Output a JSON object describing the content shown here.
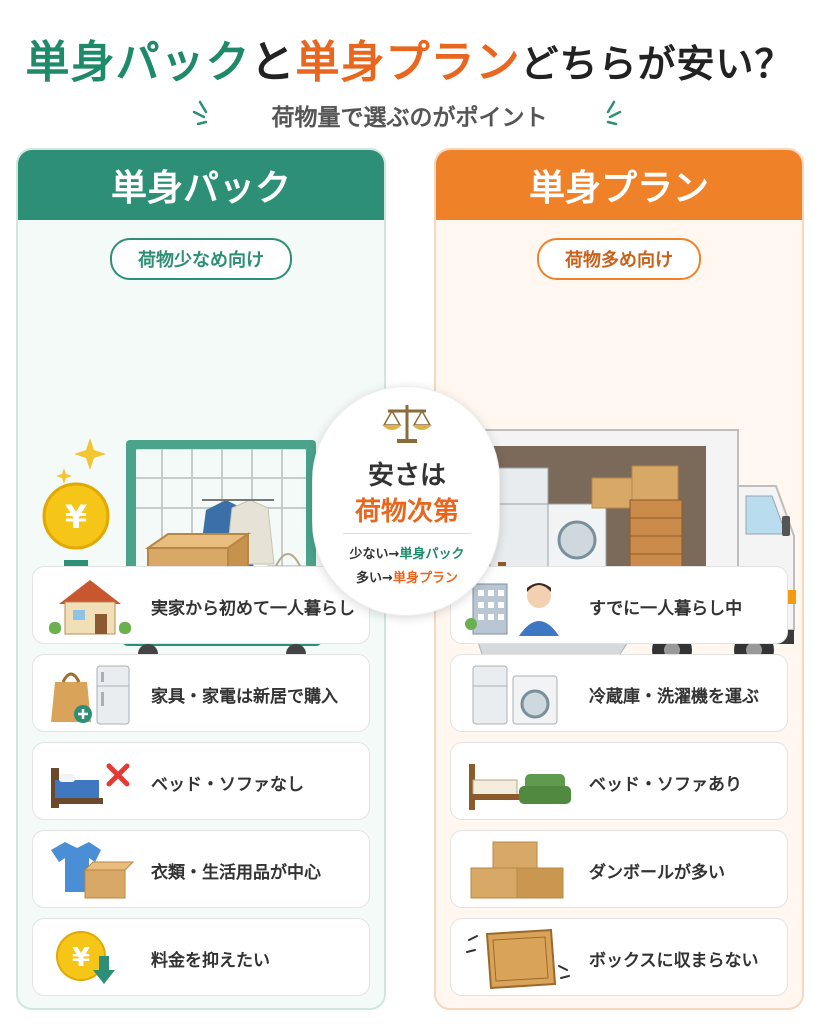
{
  "title": {
    "part1": "単身パック",
    "part2": "と",
    "part3": "単身プラン",
    "part4": "どちらが安い？"
  },
  "subtitle": "荷物量で選ぶのがポイント",
  "colors": {
    "green": "#2d8f76",
    "orange": "#ef8228"
  },
  "left": {
    "header": "単身パック",
    "tag": "荷物少なめ向け",
    "items": [
      {
        "icon": "house-icon",
        "label": "実家から初めて一人暮らし"
      },
      {
        "icon": "bag-fridge-icon",
        "label": "家具・家電は新居で購入"
      },
      {
        "icon": "bed-cross-icon",
        "label": "ベッド・ソファなし"
      },
      {
        "icon": "shirt-box-icon",
        "label": "衣類・生活用品が中心"
      },
      {
        "icon": "yen-down-icon",
        "label": "料金を抑えたい"
      }
    ]
  },
  "right": {
    "header": "単身プラン",
    "tag": "荷物多め向け",
    "items": [
      {
        "icon": "person-building-icon",
        "label": "すでに一人暮らし中"
      },
      {
        "icon": "fridge-washer-icon",
        "label": "冷蔵庫・洗濯機を運ぶ"
      },
      {
        "icon": "bed-sofa-icon",
        "label": "ベッド・ソファあり"
      },
      {
        "icon": "boxes-icon",
        "label": "ダンボールが多い"
      },
      {
        "icon": "oversize-box-icon",
        "label": "ボックスに収まらない"
      }
    ]
  },
  "center": {
    "line1": "安さは",
    "line2": "荷物次第",
    "row1_prefix": "少ない→",
    "row1_value": "単身パック",
    "row2_prefix": "多い→",
    "row2_value": "単身プラン"
  }
}
